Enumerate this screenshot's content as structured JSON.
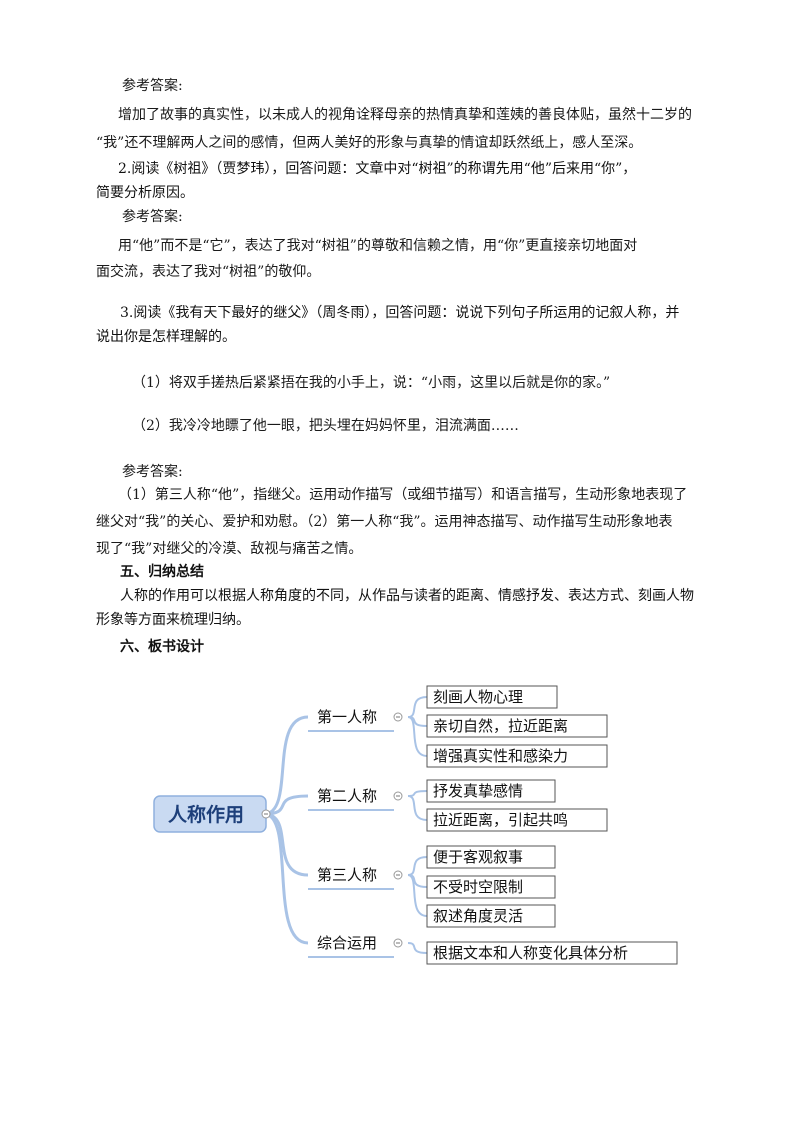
{
  "paragraphs": {
    "ref1_label": "参考答案:",
    "ref1_line1": "增加了故事的真实性，以未成人的视角诠释母亲的热情真挚和莲姨的善良体贴，虽然十二岁的",
    "ref1_line2": "“我”还不理解两人之间的感情，但两人美好的形象与真挚的情谊却跃然纸上，感人至深。",
    "q2_line1": "2.阅读《树祖》（贾梦玮），回答问题：文章中对“树祖”的称谓先用“他”后来用“你”，",
    "q2_line2": "简要分析原因。",
    "ref2_label": "参考答案:",
    "ref2_line1": "用“他”而不是“它”，表达了我对“树祖”的尊敬和信赖之情，用“你”更直接亲切地面对",
    "ref2_line2": "面交流，表达了我对“树祖”的敬仰。",
    "q3_line1": "3.阅读《我有天下最好的继父》（周冬雨），回答问题：说说下列句子所运用的记叙人称，并",
    "q3_line2": "说出你是怎样理解的。",
    "q3_item1": "（1）将双手搓热后紧紧捂在我的小手上，说：“小雨，这里以后就是你的家。”",
    "q3_item2": "（2）我冷冷地瞟了他一眼，把头埋在妈妈怀里，泪流满面……",
    "ref3_label": "参考答案:",
    "ref3_line1": "（1）第三人称“他”，指继父。运用动作描写（或细节描写）和语言描写，生动形象地表现了",
    "ref3_line2": "继父对“我”的关心、爱护和劝慰。（2）第一人称“我”。运用神态描写、动作描写生动形象地表",
    "ref3_line3": "现了“我”对继父的冷漠、敌视与痛苦之情。",
    "sec5_heading": "五、归纳总结",
    "sec5_line1": "人称的作用可以根据人称角度的不同，从作品与读者的距离、情感抒发、表达方式、刻画人物",
    "sec5_line2": "形象等方面来梳理归纳。",
    "sec6_heading": "六、板书设计"
  },
  "mindmap": {
    "root": "人称作用",
    "branches": [
      {
        "label": "第一人称",
        "leaves": [
          "刻画人物心理",
          "亲切自然，拉近距离",
          "增强真实性和感染力"
        ]
      },
      {
        "label": "第二人称",
        "leaves": [
          "抒发真挚感情",
          "拉近距离，引起共鸣"
        ]
      },
      {
        "label": "第三人称",
        "leaves": [
          "便于客观叙事",
          "不受时空限制",
          "叙述角度灵活"
        ]
      },
      {
        "label": "综合运用",
        "leaves": [
          "根据文本和人称变化具体分析"
        ]
      }
    ],
    "colors": {
      "line": "#a9c3e6",
      "root_fill": "#c9daf2",
      "root_border": "#8fb0de",
      "box_border": "#555555"
    }
  }
}
